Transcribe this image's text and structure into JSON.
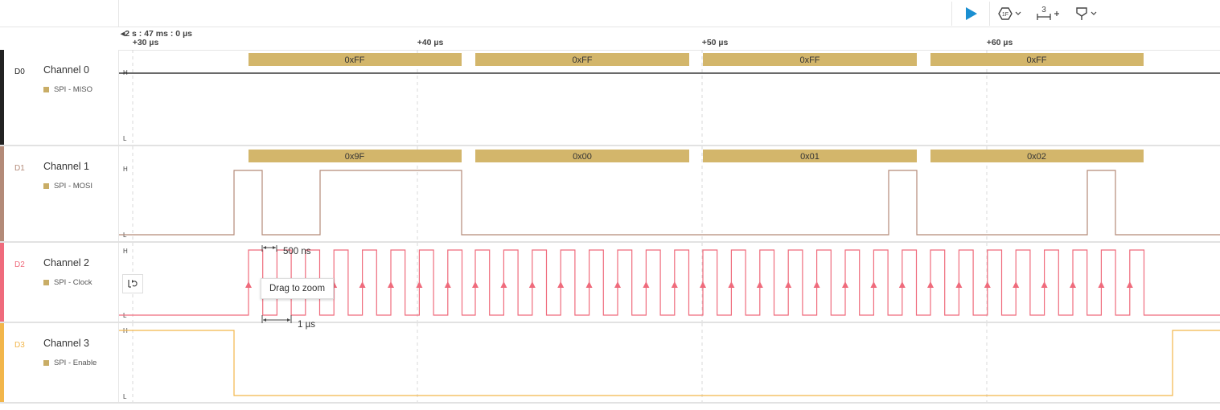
{
  "toolbar": {
    "play_icon": "play-icon",
    "trigger_icon": "trigger-icon",
    "measure_icon": "measure-icon",
    "measure_number": "3",
    "marker_icon": "marker-icon"
  },
  "timeline": {
    "origin": "2 s : 47 ms : 0 µs",
    "ticks": [
      {
        "label": "+30 µs",
        "t": 30
      },
      {
        "label": "+40 µs",
        "t": 40
      },
      {
        "label": "+50 µs",
        "t": 50
      },
      {
        "label": "+60 µs",
        "t": 60
      }
    ]
  },
  "channels": [
    {
      "id": "D0",
      "name": "Channel 0",
      "analyzer": "SPI - MISO",
      "color": "#222222",
      "high_label": "H",
      "low_label": "L"
    },
    {
      "id": "D1",
      "name": "Channel 1",
      "analyzer": "SPI - MOSI",
      "color": "#b38a78",
      "high_label": "H",
      "low_label": "L"
    },
    {
      "id": "D2",
      "name": "Channel 2",
      "analyzer": "SPI - Clock",
      "color": "#ef6b7c",
      "high_label": "H",
      "low_label": "L"
    },
    {
      "id": "D3",
      "name": "Channel 3",
      "analyzer": "SPI - Enable",
      "color": "#f2b64b",
      "high_label": "H",
      "low_label": "L"
    }
  ],
  "decoded": {
    "miso": [
      "0xFF",
      "0xFF",
      "0xFF",
      "0xFF"
    ],
    "mosi": [
      "0x9F",
      "0x00",
      "0x01",
      "0x02"
    ]
  },
  "measurements": {
    "half_period": "500 ns",
    "period": "1 µs"
  },
  "tooltip": "Drag to zoom",
  "zoom_icon": "zoom-undo-icon"
}
